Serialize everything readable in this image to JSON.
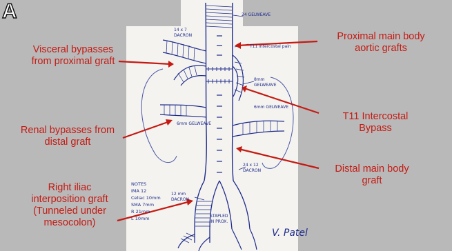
{
  "panel_letter": "A",
  "colors": {
    "background": "#b9b9b9",
    "paper": "#f4f3ef",
    "ink": "#1e2b8c",
    "arrow": "#c41a12",
    "label": "#c41a12"
  },
  "labels": {
    "visceral": [
      "Visceral bypasses",
      "from proximal graft"
    ],
    "renal": [
      "Renal bypasses from",
      "distal graft"
    ],
    "iliac": [
      "Right iliac",
      "interposition graft",
      "(Tunneled under",
      "mesocolon)"
    ],
    "proximal": [
      "Proximal main body",
      "aortic grafts"
    ],
    "t11": [
      "T11 Intercostal",
      "Bypass"
    ],
    "distal": [
      "Distal main body",
      "graft"
    ]
  },
  "sketch_notes": {
    "top_graft": [
      "24 GELWEAVE"
    ],
    "left_visceral": [
      "14 x 7",
      "DACRON"
    ],
    "t11": [
      "T11 intercostal pain"
    ],
    "mid_right": [
      "8mm",
      "GELWEAVE"
    ],
    "right_renal": [
      "6mm GELWEAVE"
    ],
    "left_renal": [
      "6mm GELWEAVE"
    ],
    "distal": [
      "24 x 12",
      "DACRON"
    ],
    "iliac": [
      "12 mm",
      "DACRON"
    ],
    "stapled": [
      "STAPLED",
      "IN PROX."
    ],
    "notes_title": "NOTES",
    "notes_lines": [
      "IMA 12",
      "Celiac 10mm",
      "SMA 7mm",
      "R 21mm",
      "L 10mm"
    ],
    "signature": "V. Patel"
  }
}
